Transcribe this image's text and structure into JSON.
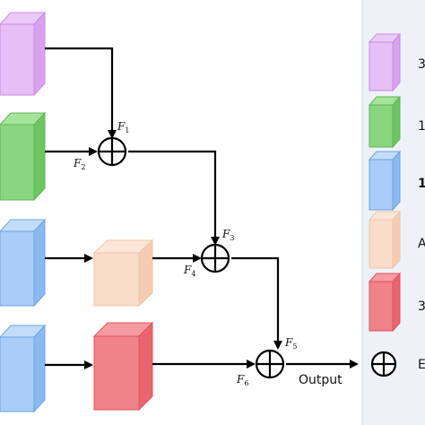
{
  "colors": {
    "purple": "#e4b6f4",
    "green": "#82d477",
    "blue": "#9ec9f7",
    "peach": "#f7d7c3",
    "red": "#ef7d85",
    "legend_bg": "#eef2f8"
  },
  "labels": {
    "f1": "F",
    "f1_sub": "1",
    "f2": "F",
    "f2_sub": "2",
    "f3": "F",
    "f3_sub": "3",
    "f4": "F",
    "f4_sub": "4",
    "f5": "F",
    "f5_sub": "5",
    "f6": "F",
    "f6_sub": "6",
    "output": "Output"
  },
  "legend": {
    "items": [
      {
        "color": "purple",
        "text": "3"
      },
      {
        "color": "green",
        "text": "1"
      },
      {
        "color": "blue",
        "text": "1"
      },
      {
        "color": "peach",
        "text": "A"
      },
      {
        "color": "red",
        "text": "3"
      },
      {
        "icon": "add-circle-icon",
        "text": "E"
      }
    ]
  }
}
